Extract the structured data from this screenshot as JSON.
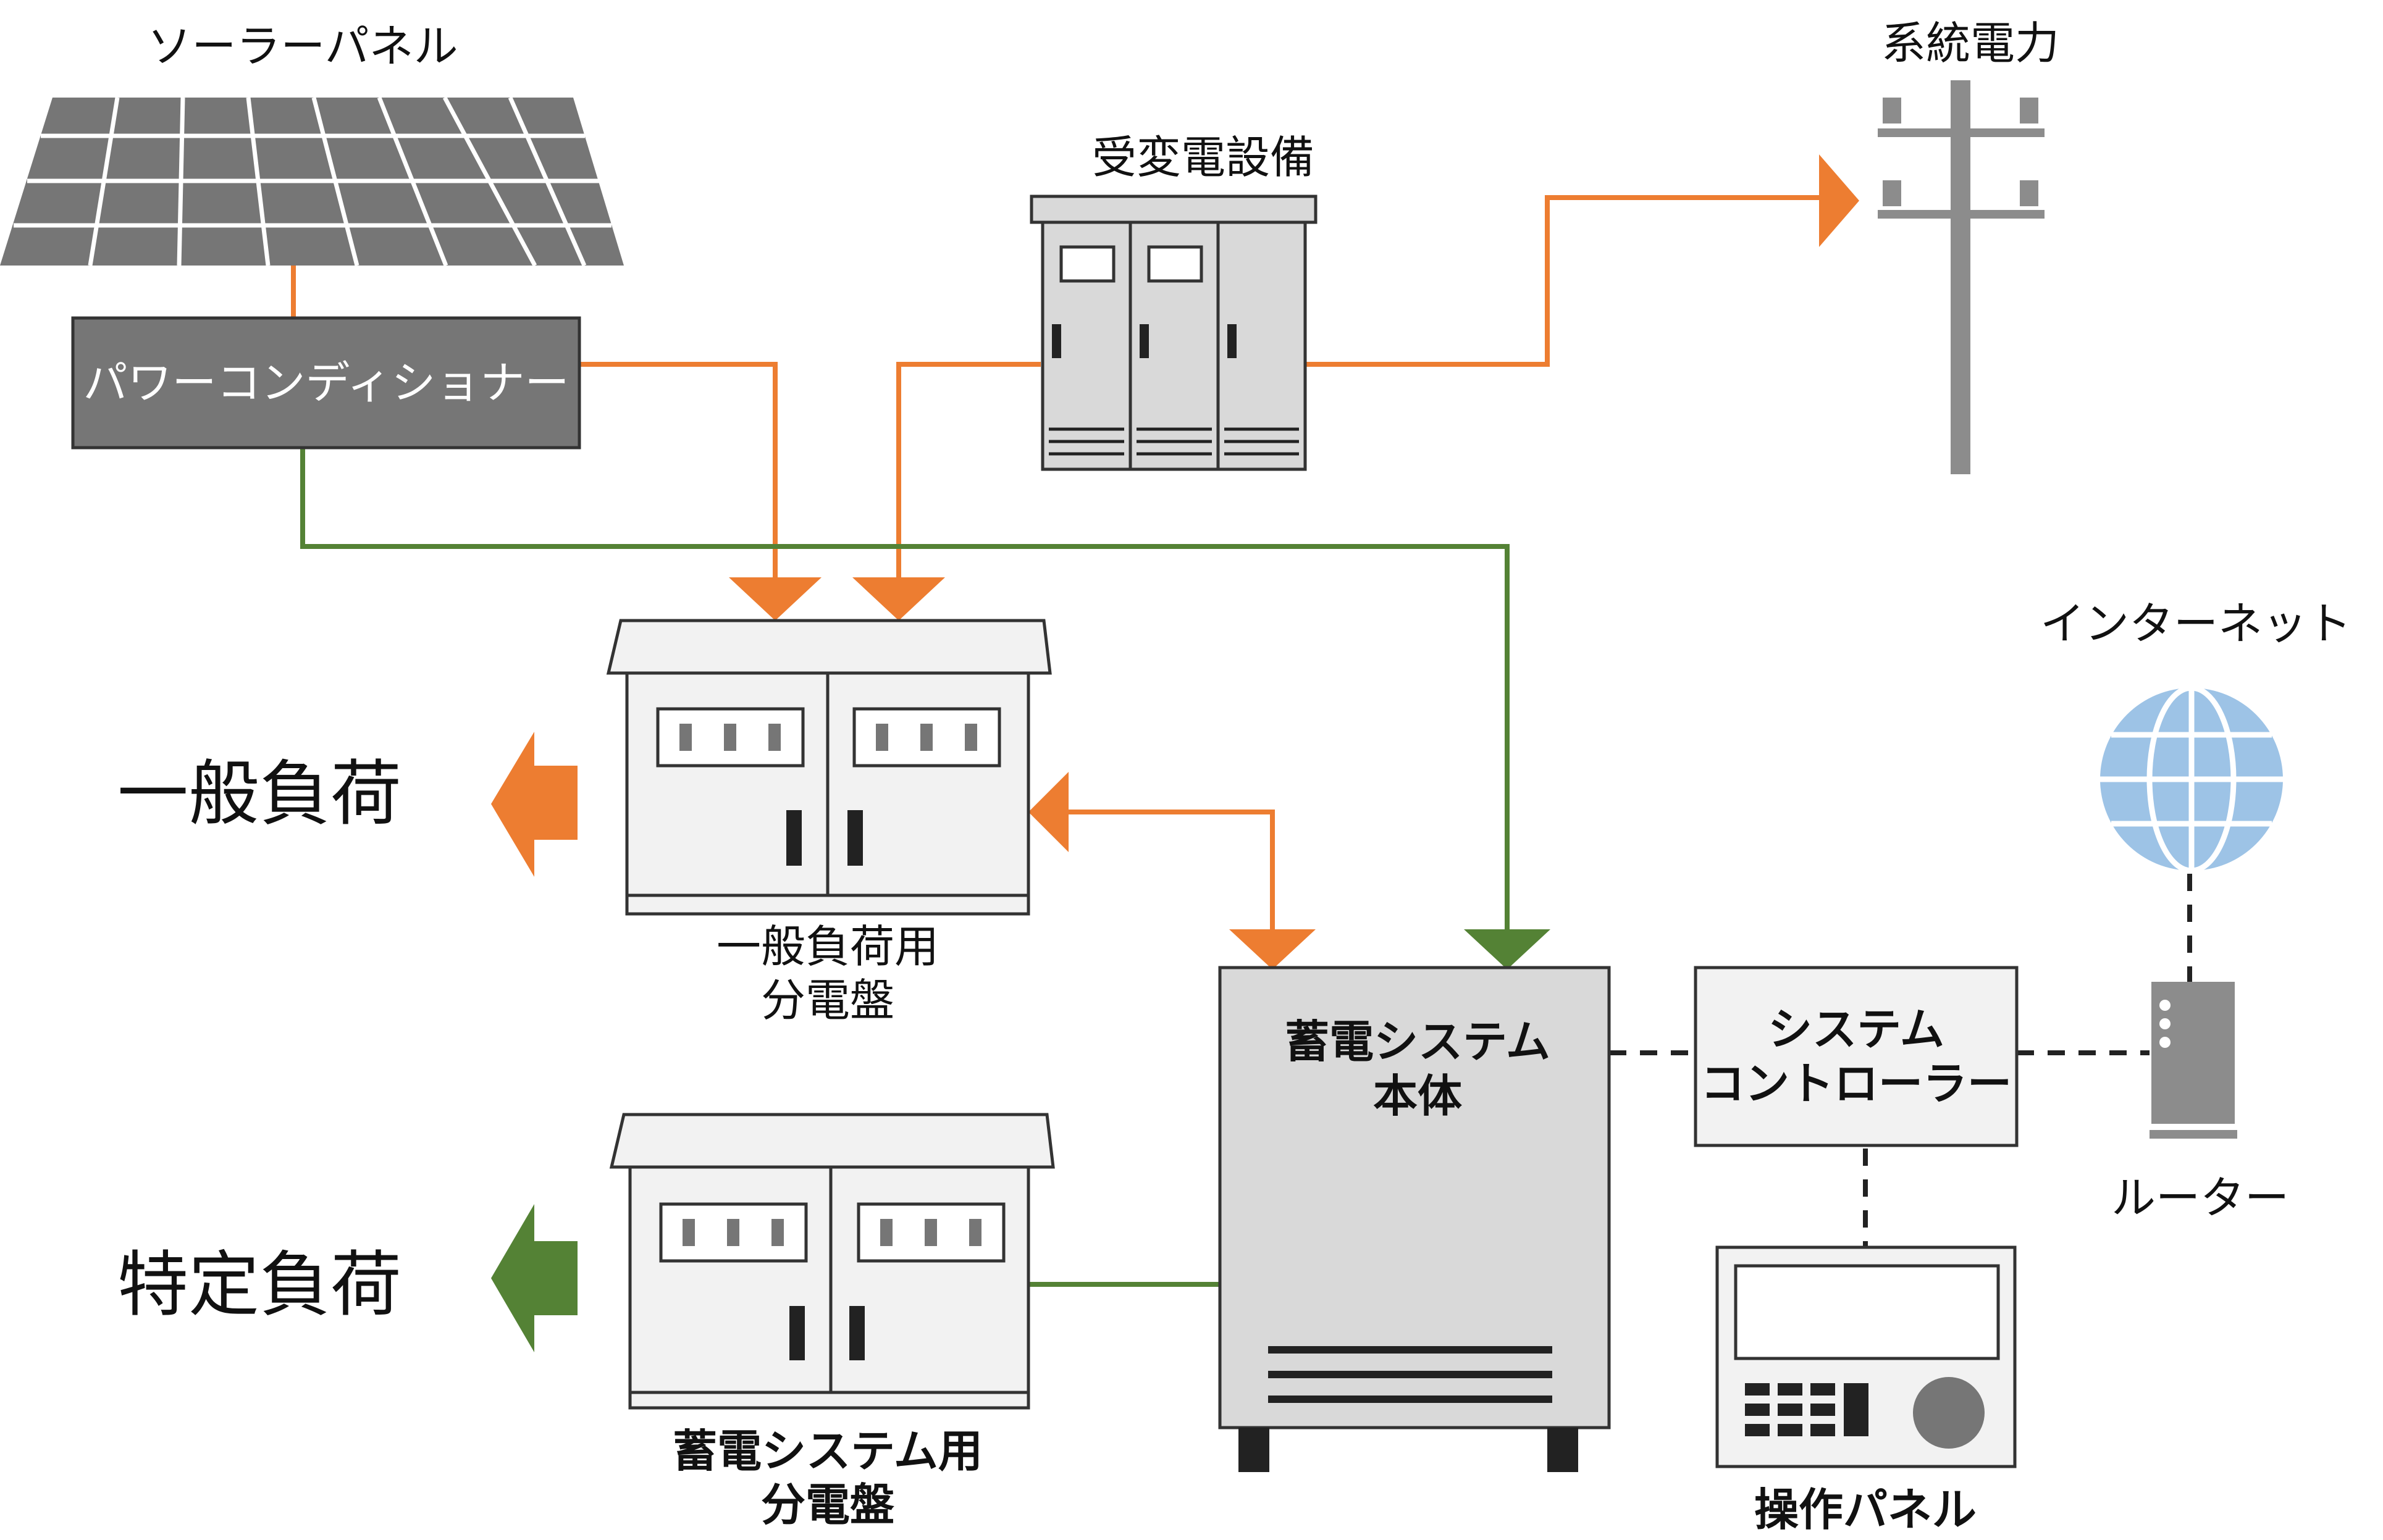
{
  "labels": {
    "solar_panel": "ソーラーパネル",
    "power_conditioner": "パワーコンディショナー",
    "substation": "受変電設備",
    "grid_power": "系統電力",
    "internet": "インターネット",
    "general_load": "一般負荷",
    "general_panel_line1": "一般負荷用",
    "general_panel_line2": "分電盤",
    "specific_load": "特定負荷",
    "storage_panel_line1": "蓄電システム用",
    "storage_panel_line2": "分電盤",
    "storage_body_line1": "蓄電システム",
    "storage_body_line2": "本体",
    "controller_line1": "システム",
    "controller_line2": "コントローラー",
    "router": "ルーター",
    "operation_panel": "操作パネル"
  },
  "colors": {
    "orange": "#ED7D31",
    "green": "#548235",
    "dark_gray": "#767676",
    "cabinet_fill": "#F2F2F2",
    "body_fill": "#D9D9D9",
    "globe_fill": "#9DC3E6"
  }
}
